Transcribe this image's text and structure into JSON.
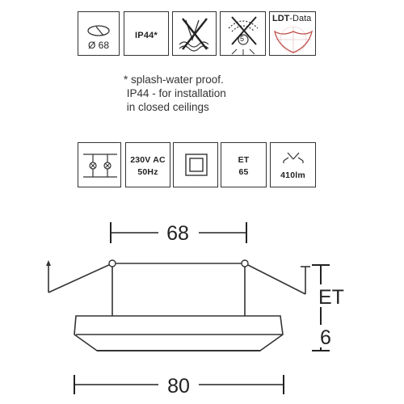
{
  "top_row": {
    "diameter": "Ø 68",
    "ip_rating": "IP44*",
    "ldt_bold": "LDT",
    "ldt_rest": "-Data",
    "lamp_number": "5"
  },
  "note": {
    "lines": [
      "* splash-water proof.",
      " IP44 - for installation",
      " in closed ceilings"
    ]
  },
  "bottom_row": {
    "voltage": "230V AC",
    "frequency": "50Hz",
    "et_label": "ET",
    "et_value": "65",
    "lumen": "410lm"
  },
  "drawing": {
    "top_width": "68",
    "right_label": "ET",
    "right_value": "6",
    "bottom_width": "80"
  }
}
